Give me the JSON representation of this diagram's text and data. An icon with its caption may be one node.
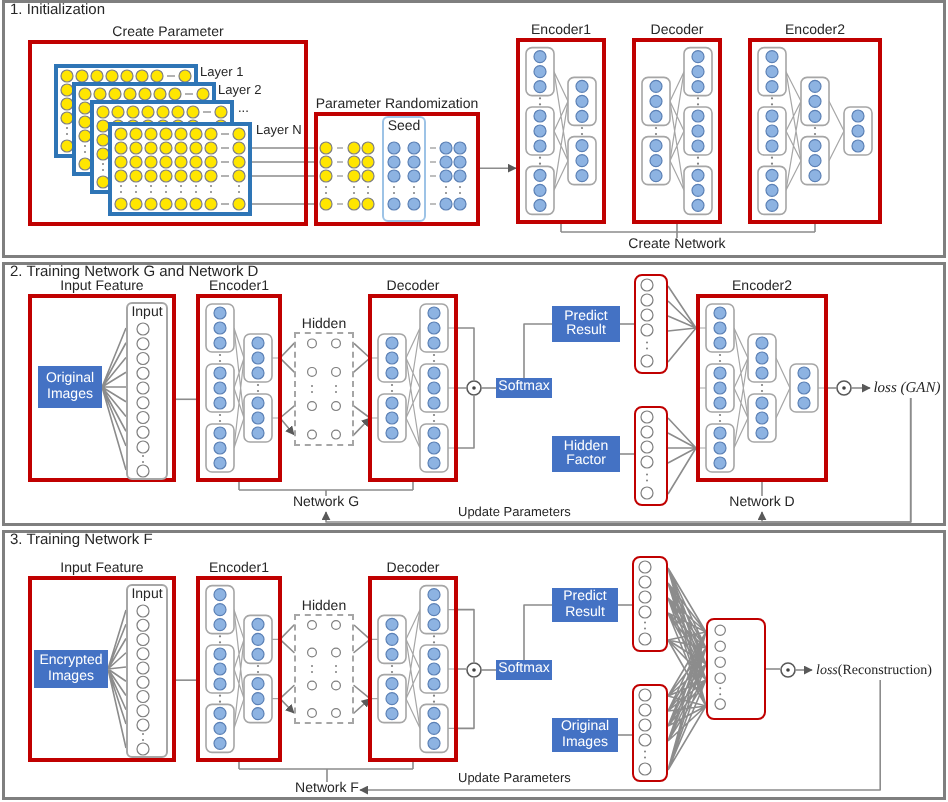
{
  "diagram": {
    "nodes": [
      {
        "text": [
          "1. Initialization"
        ]
      },
      {
        "text": [
          "Create Parameter"
        ],
        "in": 0
      },
      {
        "text": [],
        "shape": "box",
        "beside": [
          "Layer 1"
        ],
        "in": 1
      },
      {
        "text": [],
        "shape": "box",
        "beside": [
          "Layer 2"
        ],
        "in": 1
      },
      {
        "text": [],
        "shape": "box",
        "beside": [
          "..."
        ],
        "in": 1
      },
      {
        "text": [],
        "shape": "box",
        "beside": [
          "Layer N"
        ],
        "in": 1
      },
      {
        "text": [
          "Parameter Randomization"
        ],
        "in": 0
      },
      {
        "text": [
          "Seed"
        ],
        "in": 6
      },
      {
        "text": [
          "Encoder1"
        ],
        "in": 0
      },
      {
        "text": [
          "Decoder"
        ],
        "in": 0
      },
      {
        "text": [
          "Encoder2"
        ],
        "in": 0
      },
      {
        "text": [
          "2. Training Network G and Network D"
        ]
      },
      {
        "text": [
          "Input Feature"
        ],
        "in": 11
      },
      {
        "text": [
          "Original Images"
        ],
        "in": 12
      },
      {
        "text": [
          "Input"
        ],
        "in": 12
      },
      {
        "text": [
          "Encoder1"
        ],
        "in": 11
      },
      {
        "text": [
          "Hidden"
        ],
        "in": 11
      },
      {
        "text": [
          "Decoder"
        ],
        "in": 11
      },
      {
        "text": [],
        "shape": "circle",
        "in": 11
      },
      {
        "text": [
          "Softmax"
        ],
        "in": 11
      },
      {
        "text": [
          "Predict Result"
        ],
        "in": 11
      },
      {
        "text": [
          "Hidden Factor"
        ],
        "in": 11
      },
      {
        "text": [],
        "shape": "box",
        "in": 11
      },
      {
        "text": [],
        "shape": "box",
        "in": 11
      },
      {
        "text": [
          "Encoder2"
        ],
        "in": 11
      },
      {
        "text": [],
        "shape": "circle",
        "in": 11
      },
      {
        "text": [
          "loss (GAN)"
        ],
        "in": 11
      },
      {
        "text": [
          "Network G"
        ],
        "in": 11
      },
      {
        "text": [
          "Network D"
        ],
        "in": 11
      },
      {
        "text": [
          "3. Training Network F"
        ]
      },
      {
        "text": [
          "Input Feature"
        ],
        "in": 29
      },
      {
        "text": [
          "Encrypted Images"
        ],
        "in": 30
      },
      {
        "text": [
          "Input"
        ],
        "in": 30
      },
      {
        "text": [
          "Encoder1"
        ],
        "in": 29
      },
      {
        "text": [
          "Hidden"
        ],
        "in": 29
      },
      {
        "text": [
          "Decoder"
        ],
        "in": 29
      },
      {
        "text": [],
        "shape": "circle",
        "in": 29
      },
      {
        "text": [
          "Softmax"
        ],
        "in": 29
      },
      {
        "text": [
          "Predict Result"
        ],
        "in": 29
      },
      {
        "text": [
          "Original Images"
        ],
        "in": 29
      },
      {
        "text": [],
        "shape": "box",
        "in": 29
      },
      {
        "text": [],
        "shape": "box",
        "in": 29
      },
      {
        "text": [],
        "shape": "box",
        "in": 29
      },
      {
        "text": [],
        "shape": "circle",
        "in": 29
      },
      {
        "text": [
          "*loss*(Reconstruction)"
        ],
        "in": 29
      },
      {
        "text": [
          "Network F"
        ],
        "in": 29
      }
    ],
    "edges": [
      {
        "from": 5,
        "to": 6,
        "arrow": "none"
      },
      {
        "from": 6,
        "to": 8,
        "arrow": "to"
      },
      {
        "from": 13,
        "to": 14,
        "arrow": "none"
      },
      {
        "from": 12,
        "to": 15,
        "arrow": "none"
      },
      {
        "from": 15,
        "to": 16,
        "arrow": "to"
      },
      {
        "from": 16,
        "to": 17,
        "arrow": "to"
      },
      {
        "from": 17,
        "to": 18,
        "arrow": "none"
      },
      {
        "from": 18,
        "to": 19,
        "arrow": "none"
      },
      {
        "from": 19,
        "to": 20,
        "arrow": "none"
      },
      {
        "from": 20,
        "to": 22,
        "arrow": "none"
      },
      {
        "from": 21,
        "to": 23,
        "arrow": "none"
      },
      {
        "from": 22,
        "to": 24,
        "arrow": "none"
      },
      {
        "from": 23,
        "to": 24,
        "arrow": "none"
      },
      {
        "from": 24,
        "to": 25,
        "arrow": "none"
      },
      {
        "from": 25,
        "to": 26,
        "arrow": "to"
      },
      {
        "from": 26,
        "to": 27,
        "arrow": "to",
        "label": "Update Parameters"
      },
      {
        "from": 26,
        "to": 28,
        "arrow": "to"
      },
      {
        "from": 31,
        "to": 32,
        "arrow": "none"
      },
      {
        "from": 30,
        "to": 33,
        "arrow": "none"
      },
      {
        "from": 33,
        "to": 34,
        "arrow": "to"
      },
      {
        "from": 34,
        "to": 35,
        "arrow": "to"
      },
      {
        "from": 35,
        "to": 36,
        "arrow": "none"
      },
      {
        "from": 36,
        "to": 37,
        "arrow": "none"
      },
      {
        "from": 37,
        "to": 38,
        "arrow": "none"
      },
      {
        "from": 38,
        "to": 40,
        "arrow": "none"
      },
      {
        "from": 39,
        "to": 41,
        "arrow": "none"
      },
      {
        "from": 40,
        "to": 42,
        "arrow": "none"
      },
      {
        "from": 41,
        "to": 42,
        "arrow": "none"
      },
      {
        "from": 42,
        "to": 43,
        "arrow": "none"
      },
      {
        "from": 43,
        "to": 44,
        "arrow": "to"
      },
      {
        "from": 44,
        "to": 45,
        "arrow": "to",
        "label": "Update Parameters"
      }
    ],
    "labels": [
      "Create Network"
    ]
  }
}
